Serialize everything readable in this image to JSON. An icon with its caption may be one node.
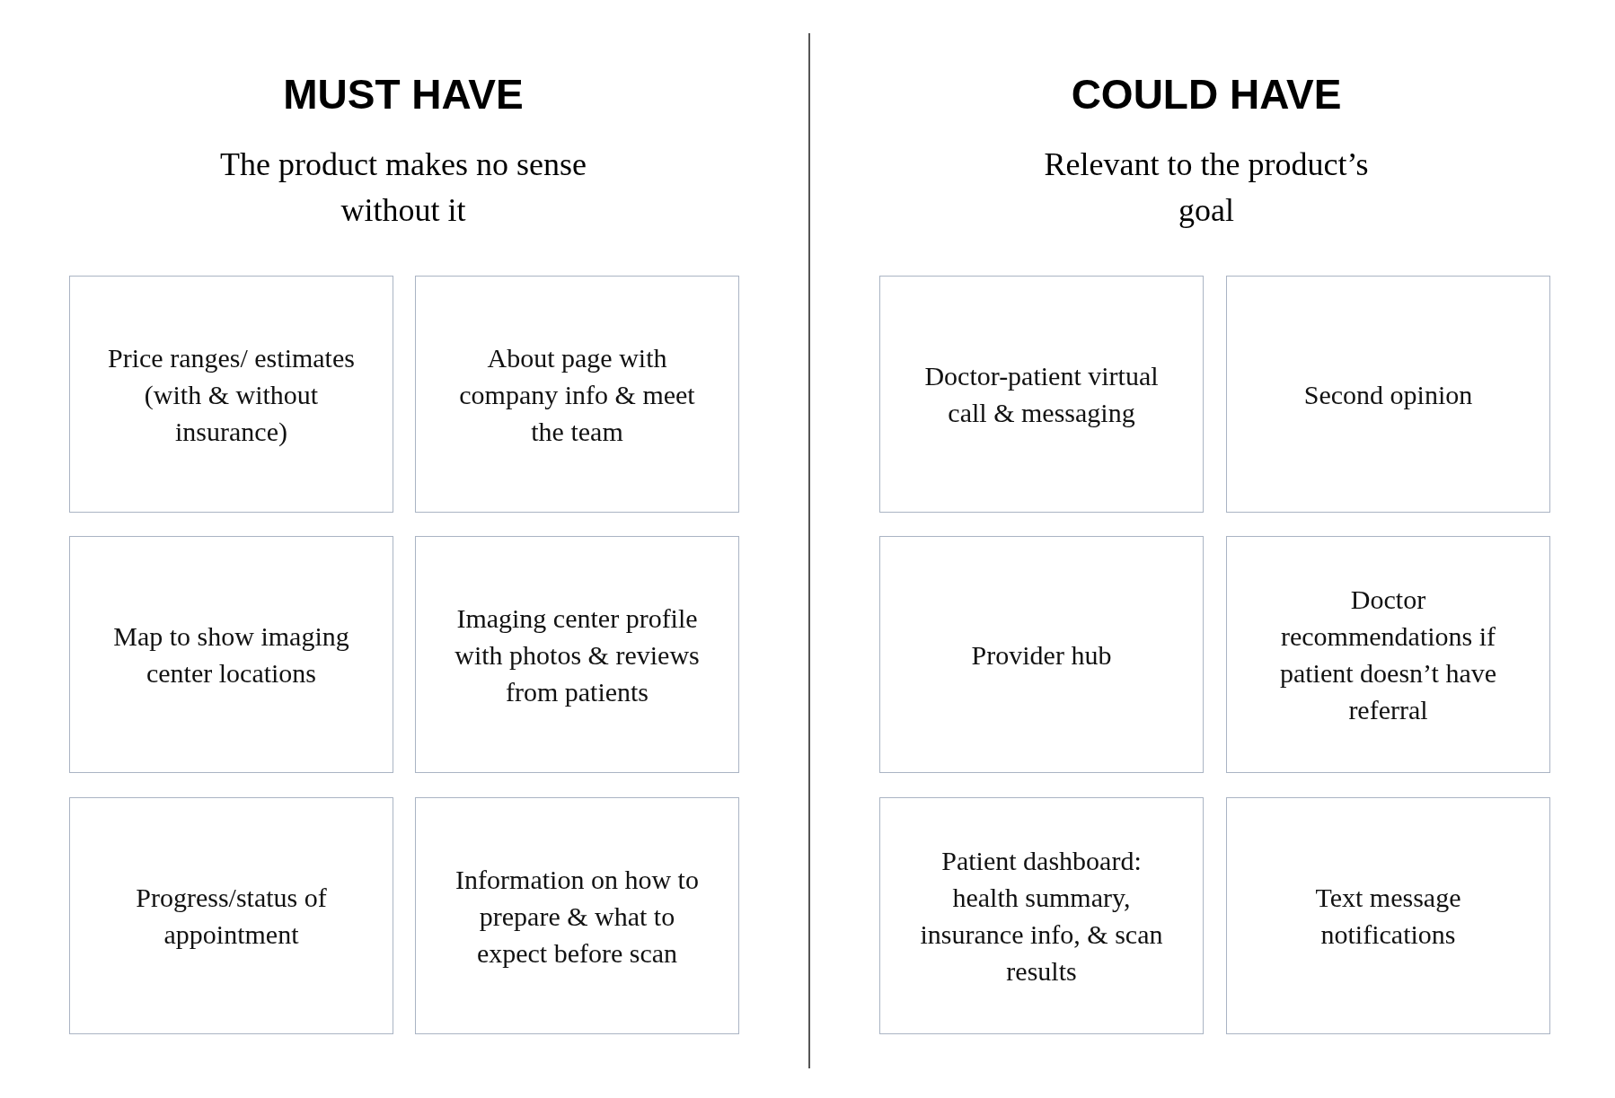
{
  "diagram": {
    "nodes": [
      {
        "text": [
          "Price ranges/ estimates (with & without insurance)"
        ]
      },
      {
        "text": [
          "About page with company info & meet the team"
        ]
      },
      {
        "text": [
          "Map to show imaging center locations"
        ]
      },
      {
        "text": [
          "Imaging center profile with photos & reviews from patients"
        ]
      },
      {
        "text": [
          "Progress/status of appointment"
        ]
      },
      {
        "text": [
          "Information on how to prepare & what to expect before scan"
        ]
      },
      {
        "text": [
          "Doctor-patient virtual call & messaging"
        ]
      },
      {
        "text": [
          "Second opinion"
        ]
      },
      {
        "text": [
          "Provider hub"
        ]
      },
      {
        "text": [
          "Doctor recommendations if patient doesn’t have referral"
        ]
      },
      {
        "text": [
          "Patient dashboard: health summary, insurance info, & scan results"
        ]
      },
      {
        "text": [
          "Text message notifications"
        ]
      }
    ],
    "labels": [
      "MUST HAVE",
      "The product makes no sense without it",
      "COULD HAVE",
      "Relevant to the product’s goal"
    ]
  }
}
